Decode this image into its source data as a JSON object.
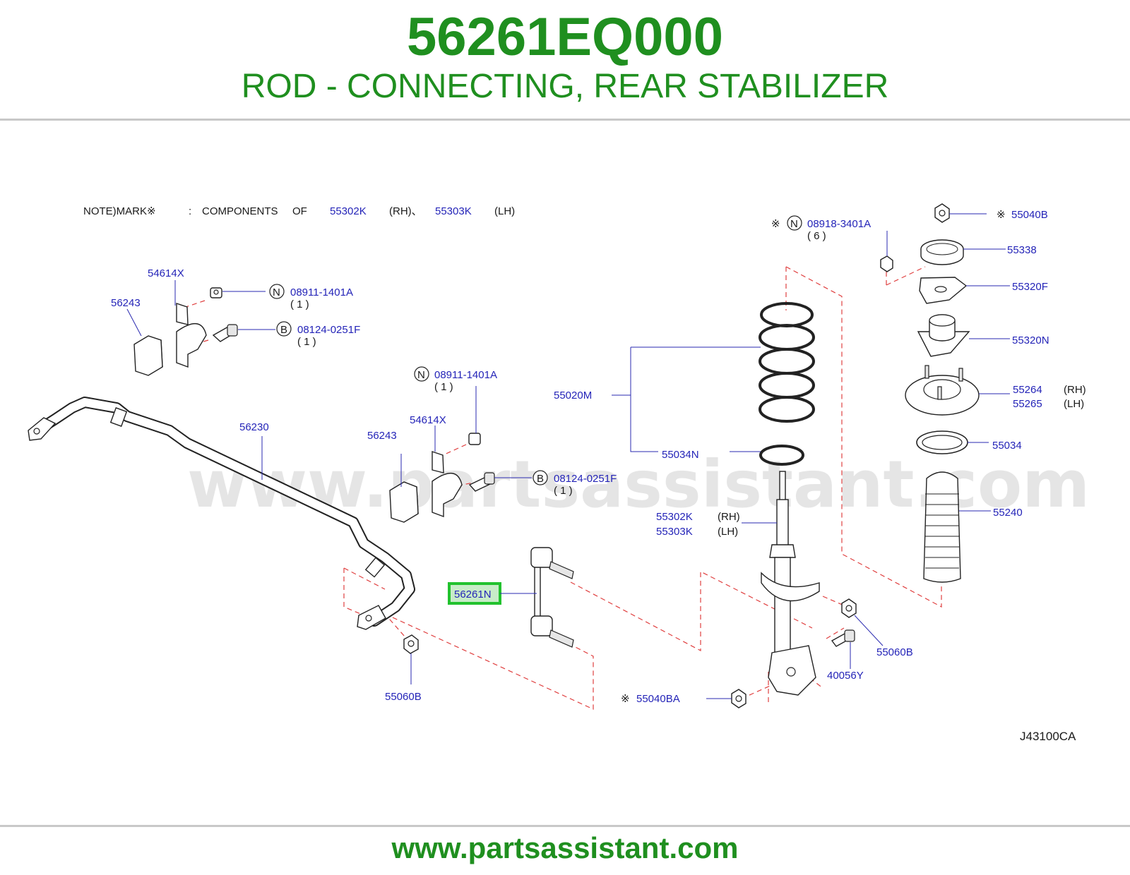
{
  "header": {
    "part_number": "56261EQ000",
    "part_title": "ROD - CONNECTING, REAR STABILIZER"
  },
  "footer": {
    "url": "www.partsassistant.com"
  },
  "watermark": "www.partsassistant.com",
  "colors": {
    "brand_green": "#1f8f1f",
    "label_blue": "#2424b8",
    "highlight_green": "#22c22e",
    "highlight_fill": "#c8ecc8"
  },
  "diagram": {
    "note": {
      "prefix": "NOTE)MARK※",
      "colon": ":",
      "components": "COMPONENTS",
      "of": "OF",
      "part_a": "55302K",
      "part_a_side": "(RH)、",
      "part_b": "55303K",
      "part_b_side": "(LH)"
    },
    "labels": {
      "l_54614x_a": "54614X",
      "l_56243_a": "56243",
      "l_n_08911_a": "08911-1401A",
      "l_n_08911_a_qty": "( 1 )",
      "l_b_08124_a": "08124-0251F",
      "l_b_08124_a_qty": "( 1 )",
      "l_n_08911_b": "08911-1401A",
      "l_n_08911_b_qty": "( 1 )",
      "l_54614x_b": "54614X",
      "l_56243_b": "56243",
      "l_56230": "56230",
      "l_b_08124_b": "08124-0251F",
      "l_b_08124_b_qty": "( 1 )",
      "l_56261n": "56261N",
      "l_55060b_a": "55060B",
      "l_55020m": "55020M",
      "l_55034n": "55034N",
      "l_55302k": "55302K",
      "l_55302k_side": "(RH)",
      "l_55303k": "55303K",
      "l_55303k_side": "(LH)",
      "l_n_08918": "08918-3401A",
      "l_n_08918_qty": "( 6 )",
      "l_55040b": "55040B",
      "l_55338": "55338",
      "l_55320f": "55320F",
      "l_55320n": "55320N",
      "l_55264": "55264",
      "l_55264_side": "(RH)",
      "l_55265": "55265",
      "l_55265_side": "(LH)",
      "l_55034": "55034",
      "l_55240": "55240",
      "l_55060b_b": "55060B",
      "l_40056y": "40056Y",
      "l_55040ba": "55040BA",
      "ref_mark": "※",
      "circle_n": "N",
      "circle_b": "B",
      "diagram_code": "J43100CA"
    }
  }
}
